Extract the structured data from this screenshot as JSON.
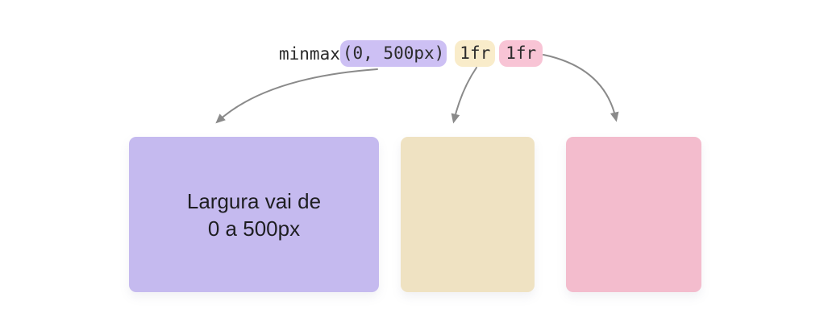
{
  "background": "#ffffff",
  "code_line": {
    "prefix": "minmax",
    "arg": "(0, 500px)",
    "fr_first": "1fr",
    "fr_second": "1fr",
    "text_color": "#2b2b2b",
    "highlights": {
      "arg": "#cdc0f4",
      "fr_first": "#f9ecca",
      "fr_second": "#f8c4d5"
    }
  },
  "arrows": {
    "color": "#8a8a8a"
  },
  "columns": {
    "first": {
      "label_line1": "Largura vai de",
      "label_line2": "0 a 500px",
      "fill": "#c5baef",
      "text_color": "#1e1e21"
    },
    "second": {
      "fill": "#efe2c2"
    },
    "third": {
      "fill": "#f3bccd"
    }
  }
}
